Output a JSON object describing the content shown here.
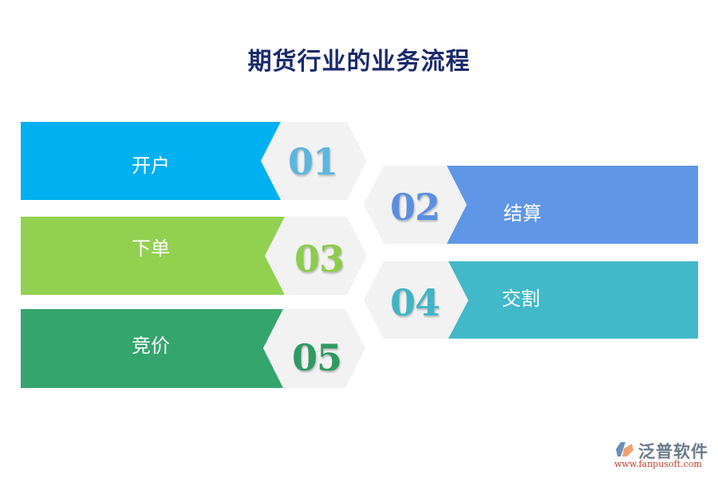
{
  "title": "期货行业的业务流程",
  "steps": [
    {
      "num": "01",
      "label": "开户",
      "color": "#00b0f0",
      "num_color": "#5bb6e0",
      "side": "left"
    },
    {
      "num": "02",
      "label": "结算",
      "color": "#6096e6",
      "num_color": "#5b8fe0",
      "side": "right"
    },
    {
      "num": "03",
      "label": "下单",
      "color": "#92d050",
      "num_color": "#8ccc4c",
      "side": "left"
    },
    {
      "num": "04",
      "label": "交割",
      "color": "#41b9c8",
      "num_color": "#41b5c5",
      "side": "right"
    },
    {
      "num": "05",
      "label": "竞价",
      "color": "#35a56e",
      "num_color": "#2f9a64",
      "side": "left"
    }
  ],
  "hex_color": "#f2f2f2",
  "logo": {
    "name": "泛普软件",
    "url": "www.fanpusoft.com"
  }
}
